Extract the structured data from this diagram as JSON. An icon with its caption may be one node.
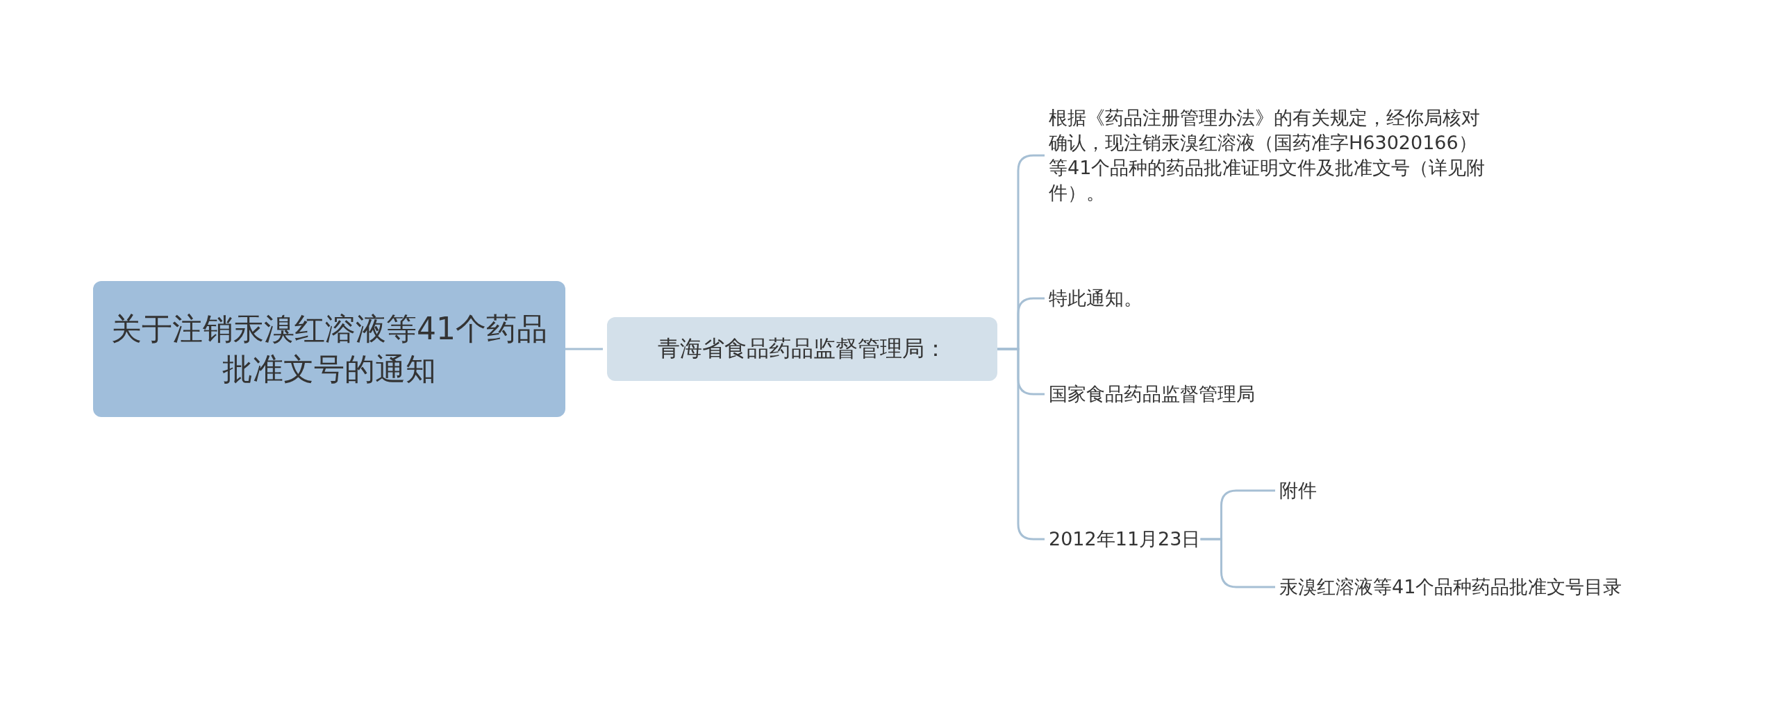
{
  "diagram": {
    "nodes": [
      {
        "text": [
          "关于注销汞溴红溶液等41个药品批准文号的通知"
        ]
      },
      {
        "text": [
          "青海省食品药品监督管理局："
        ]
      },
      {
        "text": [
          "根据《药品注册管理办法》的有关规定，经你局核对确认，现注销汞溴红溶液（国药准字H63020166）等41个品种的药品批准证明文件及批准文号（详见附件）。"
        ]
      },
      {
        "text": [
          "特此通知。"
        ]
      },
      {
        "text": [
          "国家食品药品监督管理局"
        ]
      },
      {
        "text": [
          "2012年11月23日"
        ]
      },
      {
        "text": [
          "附件"
        ]
      },
      {
        "text": [
          "汞溴红溶液等41个品种药品批准文号目录"
        ]
      }
    ],
    "edges": [
      {
        "from": 0,
        "to": 1,
        "arrow": "none"
      },
      {
        "from": 1,
        "to": 2,
        "arrow": "none"
      },
      {
        "from": 1,
        "to": 3,
        "arrow": "none"
      },
      {
        "from": 1,
        "to": 4,
        "arrow": "none"
      },
      {
        "from": 1,
        "to": 5,
        "arrow": "none"
      },
      {
        "from": 5,
        "to": 6,
        "arrow": "none"
      },
      {
        "from": 5,
        "to": 7,
        "arrow": "none"
      }
    ]
  }
}
